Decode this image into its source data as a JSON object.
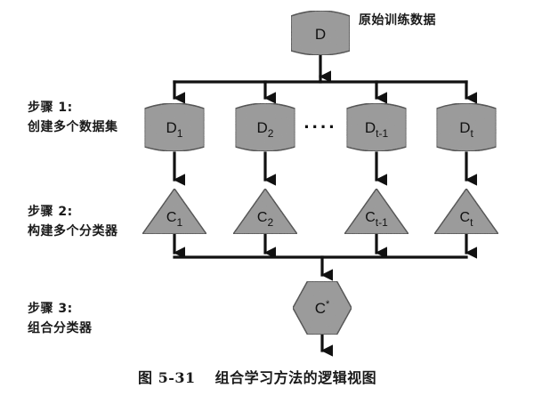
{
  "source": {
    "node_label": "D",
    "caption": "原始训练数据"
  },
  "steps": [
    {
      "title": "步骤 1:",
      "desc": "创建多个数据集"
    },
    {
      "title": "步骤 2:",
      "desc": "构建多个分类器"
    },
    {
      "title": "步骤 3:",
      "desc": "组合分类器"
    }
  ],
  "datasets": [
    {
      "base": "D",
      "sub": "1"
    },
    {
      "base": "D",
      "sub": "2"
    },
    {
      "base": "D",
      "sub": "t-1"
    },
    {
      "base": "D",
      "sub": "t"
    }
  ],
  "ellipsis": "····",
  "classifiers": [
    {
      "base": "C",
      "sub": "1"
    },
    {
      "base": "C",
      "sub": "2"
    },
    {
      "base": "C",
      "sub": "t-1"
    },
    {
      "base": "C",
      "sub": "t"
    }
  ],
  "combined": {
    "base": "C",
    "sup": "*"
  },
  "figure_caption": {
    "number": "图 5-31",
    "title": "组合学习方法的逻辑视图"
  },
  "colors": {
    "shape_fill": "#9a9a9a",
    "stroke": "#111111"
  }
}
